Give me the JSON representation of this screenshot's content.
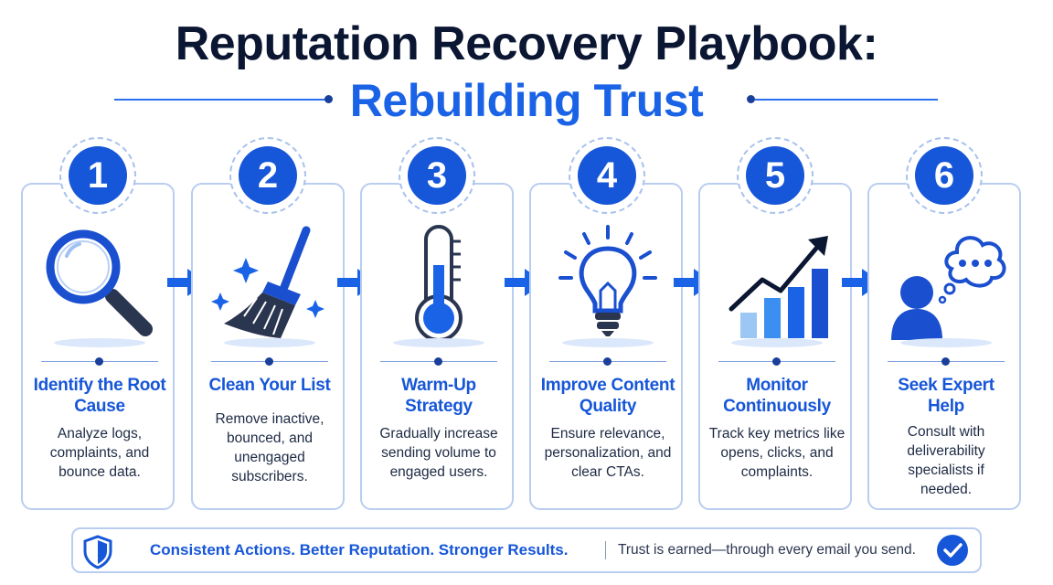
{
  "header": {
    "title": "Reputation Recovery Playbook:",
    "subtitle": "Rebuilding Trust"
  },
  "steps": [
    {
      "number": "1",
      "title": "Identify the Root Cause",
      "description": "Analyze logs, complaints, and bounce data.",
      "icon": "magnifying-glass-icon"
    },
    {
      "number": "2",
      "title": "Clean Your List",
      "description": "Remove inactive, bounced, and unengaged subscribers.",
      "icon": "broom-icon"
    },
    {
      "number": "3",
      "title": "Warm-Up Strategy",
      "description": "Gradually increase sending volume to engaged users.",
      "icon": "thermometer-icon"
    },
    {
      "number": "4",
      "title": "Improve Content Quality",
      "description": "Ensure relevance, personalization, and clear CTAs.",
      "icon": "lightbulb-icon"
    },
    {
      "number": "5",
      "title": "Monitor Continuously",
      "description": "Track key metrics like opens, clicks, and complaints.",
      "icon": "growth-chart-icon"
    },
    {
      "number": "6",
      "title": "Seek Expert Help",
      "description": "Consult with deliverability specialists if needed.",
      "icon": "expert-thought-icon"
    }
  ],
  "footer": {
    "tagline": "Consistent  Actions. Better Reputation. Stronger Results.",
    "note": "Trust is earned—through every email you send.",
    "left_icon": "shield-icon",
    "right_icon": "checkmark-icon"
  },
  "colors": {
    "primary": "#1656d8",
    "dark": "#0a1632",
    "border": "#b9cdf0",
    "light_blue": "#5aa0f0"
  }
}
